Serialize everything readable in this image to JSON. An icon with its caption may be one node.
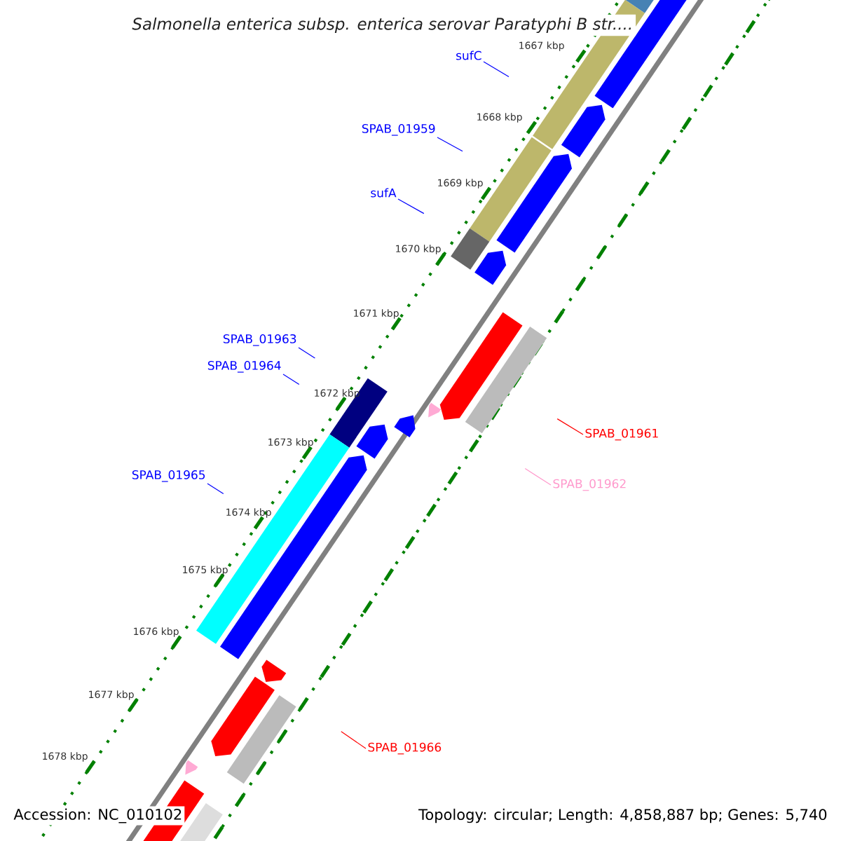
{
  "diagram": {
    "title": "Salmonella enterica subsp. enterica serovar Paratyphi B str....",
    "nodes": [
      {
        "text": [
          "sufC"
        ]
      },
      {
        "text": [
          "SPAB_01959"
        ]
      },
      {
        "text": [
          "sufA"
        ]
      },
      {
        "text": [
          "SPAB_01963"
        ]
      },
      {
        "text": [
          "SPAB_01964"
        ]
      },
      {
        "text": [
          "SPAB_01965"
        ]
      },
      {
        "text": [
          "SPAB_01961"
        ]
      },
      {
        "text": [
          "SPAB_01962"
        ]
      },
      {
        "text": [
          "SPAB_01966"
        ]
      }
    ],
    "edges": [
      {
        "from": 0,
        "to": null,
        "arrow": "none"
      },
      {
        "from": 1,
        "to": null,
        "arrow": "none"
      },
      {
        "from": 2,
        "to": null,
        "arrow": "none"
      },
      {
        "from": 3,
        "to": null,
        "arrow": "none"
      },
      {
        "from": 4,
        "to": null,
        "arrow": "none"
      },
      {
        "from": 5,
        "to": null,
        "arrow": "none"
      },
      {
        "from": 6,
        "to": null,
        "arrow": "none",
        "color": "#ff0000"
      },
      {
        "from": 7,
        "to": null,
        "arrow": "none",
        "color": "#ff99cc"
      },
      {
        "from": 8,
        "to": null,
        "arrow": "none",
        "color": "#ff0000"
      }
    ],
    "labels": [
      "1667 kbp",
      "1668 kbp",
      "1669 kbp",
      "1670 kbp",
      "1671 kbp",
      "1672 kbp",
      "1673 kbp",
      "1674 kbp",
      "1675 kbp",
      "1676 kbp",
      "1677 kbp",
      "1678 kbp",
      "Accession: NC_010102",
      "Topology: circular; Length: 4,858,887 bp; Genes: 5,740"
    ]
  }
}
